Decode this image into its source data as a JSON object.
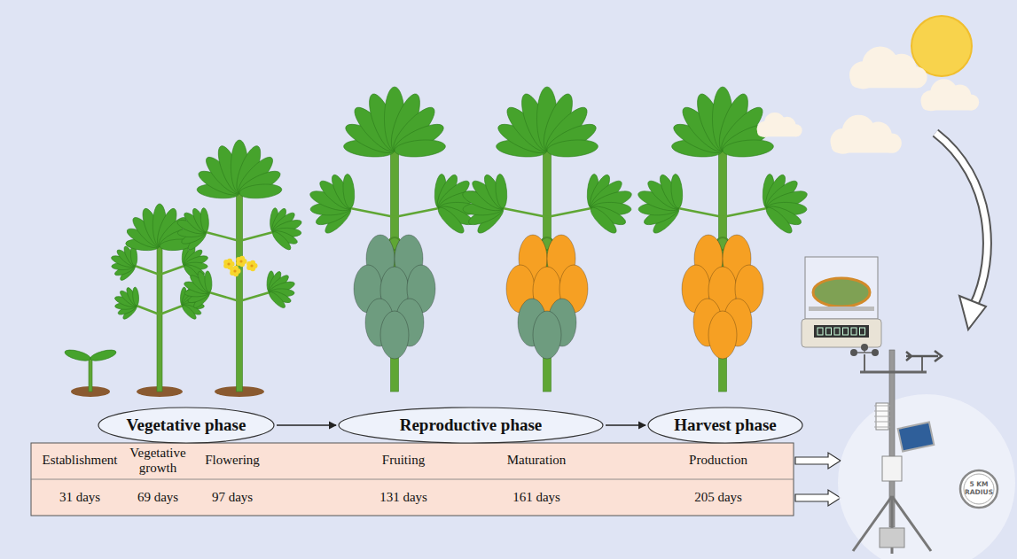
{
  "diagram": {
    "nodes": [
      {
        "text": [
          "Vegetative phase"
        ]
      },
      {
        "text": [
          "Reproductive phase"
        ]
      },
      {
        "text": [
          "Harvest phase"
        ]
      },
      {
        "text": [
          "5 KM RADIUS"
        ]
      }
    ],
    "edges": [
      {
        "from": 0,
        "to": 1,
        "arrow": "to"
      },
      {
        "from": 1,
        "to": 2,
        "arrow": "to"
      }
    ],
    "labels": [
      "Establishment",
      "Vegetative growth",
      "Flowering",
      "Fruiting",
      "Maturation",
      "Production",
      "31 days",
      "69 days",
      "97 days",
      "131 days",
      "161 days",
      "205 days"
    ]
  }
}
